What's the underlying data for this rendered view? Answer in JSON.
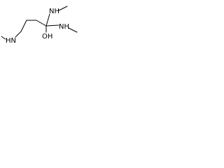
{
  "molecule": {
    "labels": {
      "nh_top": "NH",
      "nh_right": "NH",
      "oh": "OH",
      "hn_left": "HN"
    },
    "colors": {
      "bond": "#000000",
      "text": "#000000",
      "background": "#ffffff"
    }
  }
}
